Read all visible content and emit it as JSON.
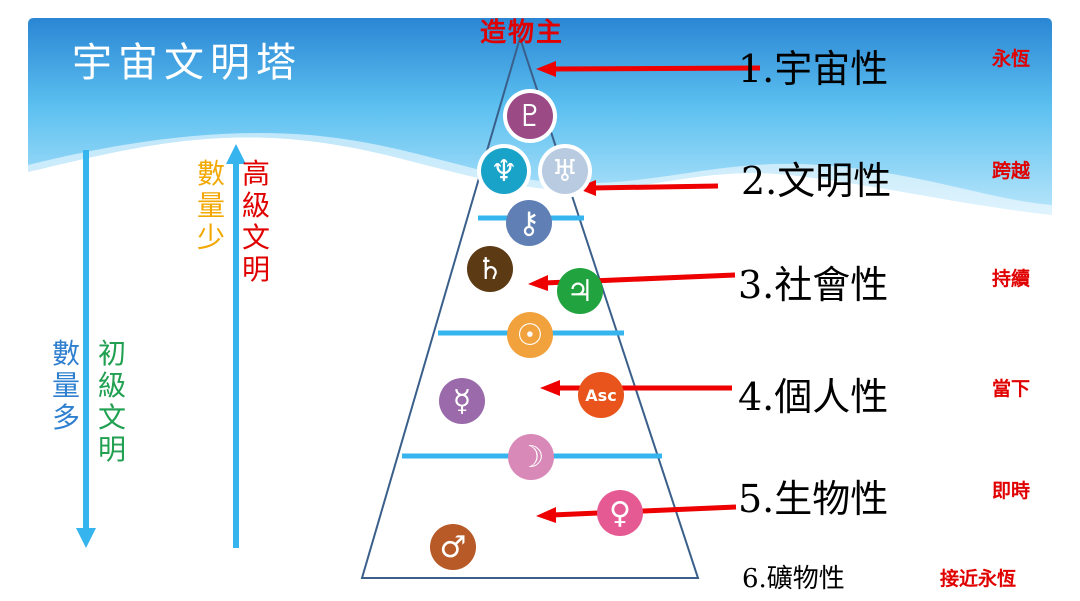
{
  "title": "宇宙文明塔",
  "apex_label": "造物主",
  "levels": [
    {
      "name": "1.宇宙性",
      "tag": "永恆"
    },
    {
      "name": "2.文明性",
      "tag": "跨越"
    },
    {
      "name": "3.社會性",
      "tag": "持續"
    },
    {
      "name": "4.個人性",
      "tag": "當下"
    },
    {
      "name": "5.生物性",
      "tag": "即時"
    },
    {
      "name": "6.礦物性",
      "tag": "接近永恆"
    }
  ],
  "axis_up": {
    "label_red": "高級文明",
    "label_yellow": "數量少"
  },
  "axis_down": {
    "label_blue": "數量多",
    "label_green": "初級文明"
  },
  "colors": {
    "sky_top": "#2f8fd8",
    "arrow_blue": "#35b4ee",
    "arrow_red": "#ee0000",
    "pluto": "#9b4a86",
    "neptune": "#1aa3c8",
    "uranus": "#b8cbe0",
    "chiron": "#5f7fb5",
    "saturn": "#5b3a14",
    "jupiter": "#21a33f",
    "sun": "#f2a23d",
    "asc": "#e8541c",
    "mercury": "#9a6aaa",
    "moon": "#d889b8",
    "venus": "#e65a94",
    "mars": "#b85a28"
  },
  "planets": [
    {
      "icon": "pluto-icon",
      "symbol": "♇"
    },
    {
      "icon": "neptune-icon",
      "symbol": "♆"
    },
    {
      "icon": "uranus-icon",
      "symbol": "♅"
    },
    {
      "icon": "chiron-icon",
      "symbol": "⚷"
    },
    {
      "icon": "saturn-icon",
      "symbol": "♄"
    },
    {
      "icon": "jupiter-icon",
      "symbol": "♃"
    },
    {
      "icon": "sun-icon",
      "symbol": "☉"
    },
    {
      "icon": "ascendant-icon",
      "symbol": "Asc"
    },
    {
      "icon": "mercury-icon",
      "symbol": "☿"
    },
    {
      "icon": "moon-icon",
      "symbol": "☽"
    },
    {
      "icon": "venus-icon",
      "symbol": "♀"
    },
    {
      "icon": "mars-icon",
      "symbol": "♂"
    }
  ]
}
